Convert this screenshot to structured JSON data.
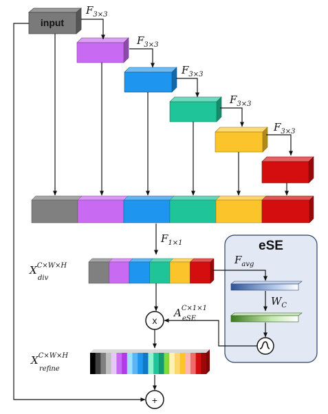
{
  "input_block": {
    "label": "input",
    "color": "#7a7a7a"
  },
  "conv_labels": {
    "f3": {
      "main": "F",
      "sub": "3×3"
    },
    "f1": {
      "main": "F",
      "sub": "1×1"
    }
  },
  "stage_colors": [
    "#c86af2",
    "#1e95ee",
    "#1fc599",
    "#fbc42a",
    "#d40e0e"
  ],
  "concat_colors": [
    "#808080",
    "#c86af2",
    "#1e95ee",
    "#1fc599",
    "#fbc42a",
    "#d40e0e"
  ],
  "xdiv": {
    "main": "X",
    "sup": "C×W×H",
    "sub": "div"
  },
  "xrefine": {
    "main": "X",
    "sup": "C×W×H",
    "sub": "refine"
  },
  "ese": {
    "title": "eSE",
    "favg": {
      "main": "F",
      "sub": "avg"
    },
    "wc": {
      "main": "W",
      "sub": "C"
    },
    "attn": {
      "main": "A",
      "sup": "C×1×1",
      "sub": "eSE"
    },
    "box_color": "#e2e9f5",
    "pool_bar_color": "#2f5597",
    "fc_bar_color": "#70ad47"
  },
  "ops": {
    "multiply": "x",
    "add": "+"
  },
  "gradient_colors": [
    "#000000",
    "#404040",
    "#808080",
    "#bfbfbf",
    "#e6c7f7",
    "#c86af2",
    "#b23be8",
    "#9de1ff",
    "#5cb6f5",
    "#1e95ee",
    "#0f78c8",
    "#8ef2cf",
    "#1fc599",
    "#129a73",
    "#7fdc3a",
    "#fff1b3",
    "#fdd76b",
    "#fbc42a",
    "#ffb3b3",
    "#f26b6b",
    "#d40e0e",
    "#9a0808"
  ]
}
